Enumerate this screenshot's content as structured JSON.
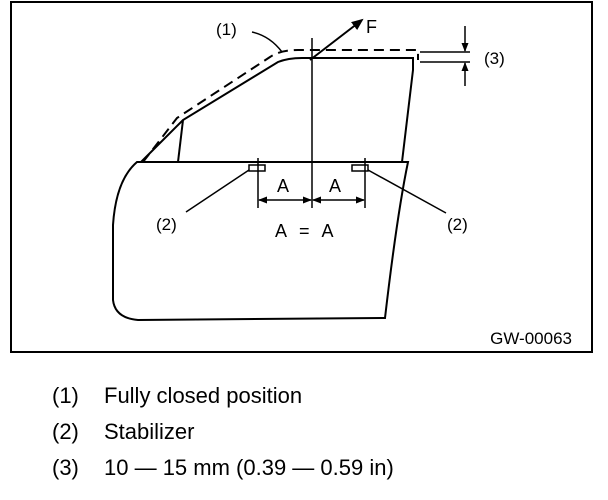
{
  "figure": {
    "code": "GW-00063",
    "callouts": {
      "fully_closed": "(1)",
      "stabilizer_left": "(2)",
      "stabilizer_right": "(2)",
      "gap": "(3)"
    },
    "force_label": "F",
    "dimension_left": "A",
    "dimension_right": "A",
    "equation": "A = A"
  },
  "legend": [
    {
      "num": "(1)",
      "text": "Fully closed position"
    },
    {
      "num": "(2)",
      "text": "Stabilizer"
    },
    {
      "num": "(3)",
      "text": "10 — 15 mm (0.39 — 0.59 in)"
    }
  ]
}
